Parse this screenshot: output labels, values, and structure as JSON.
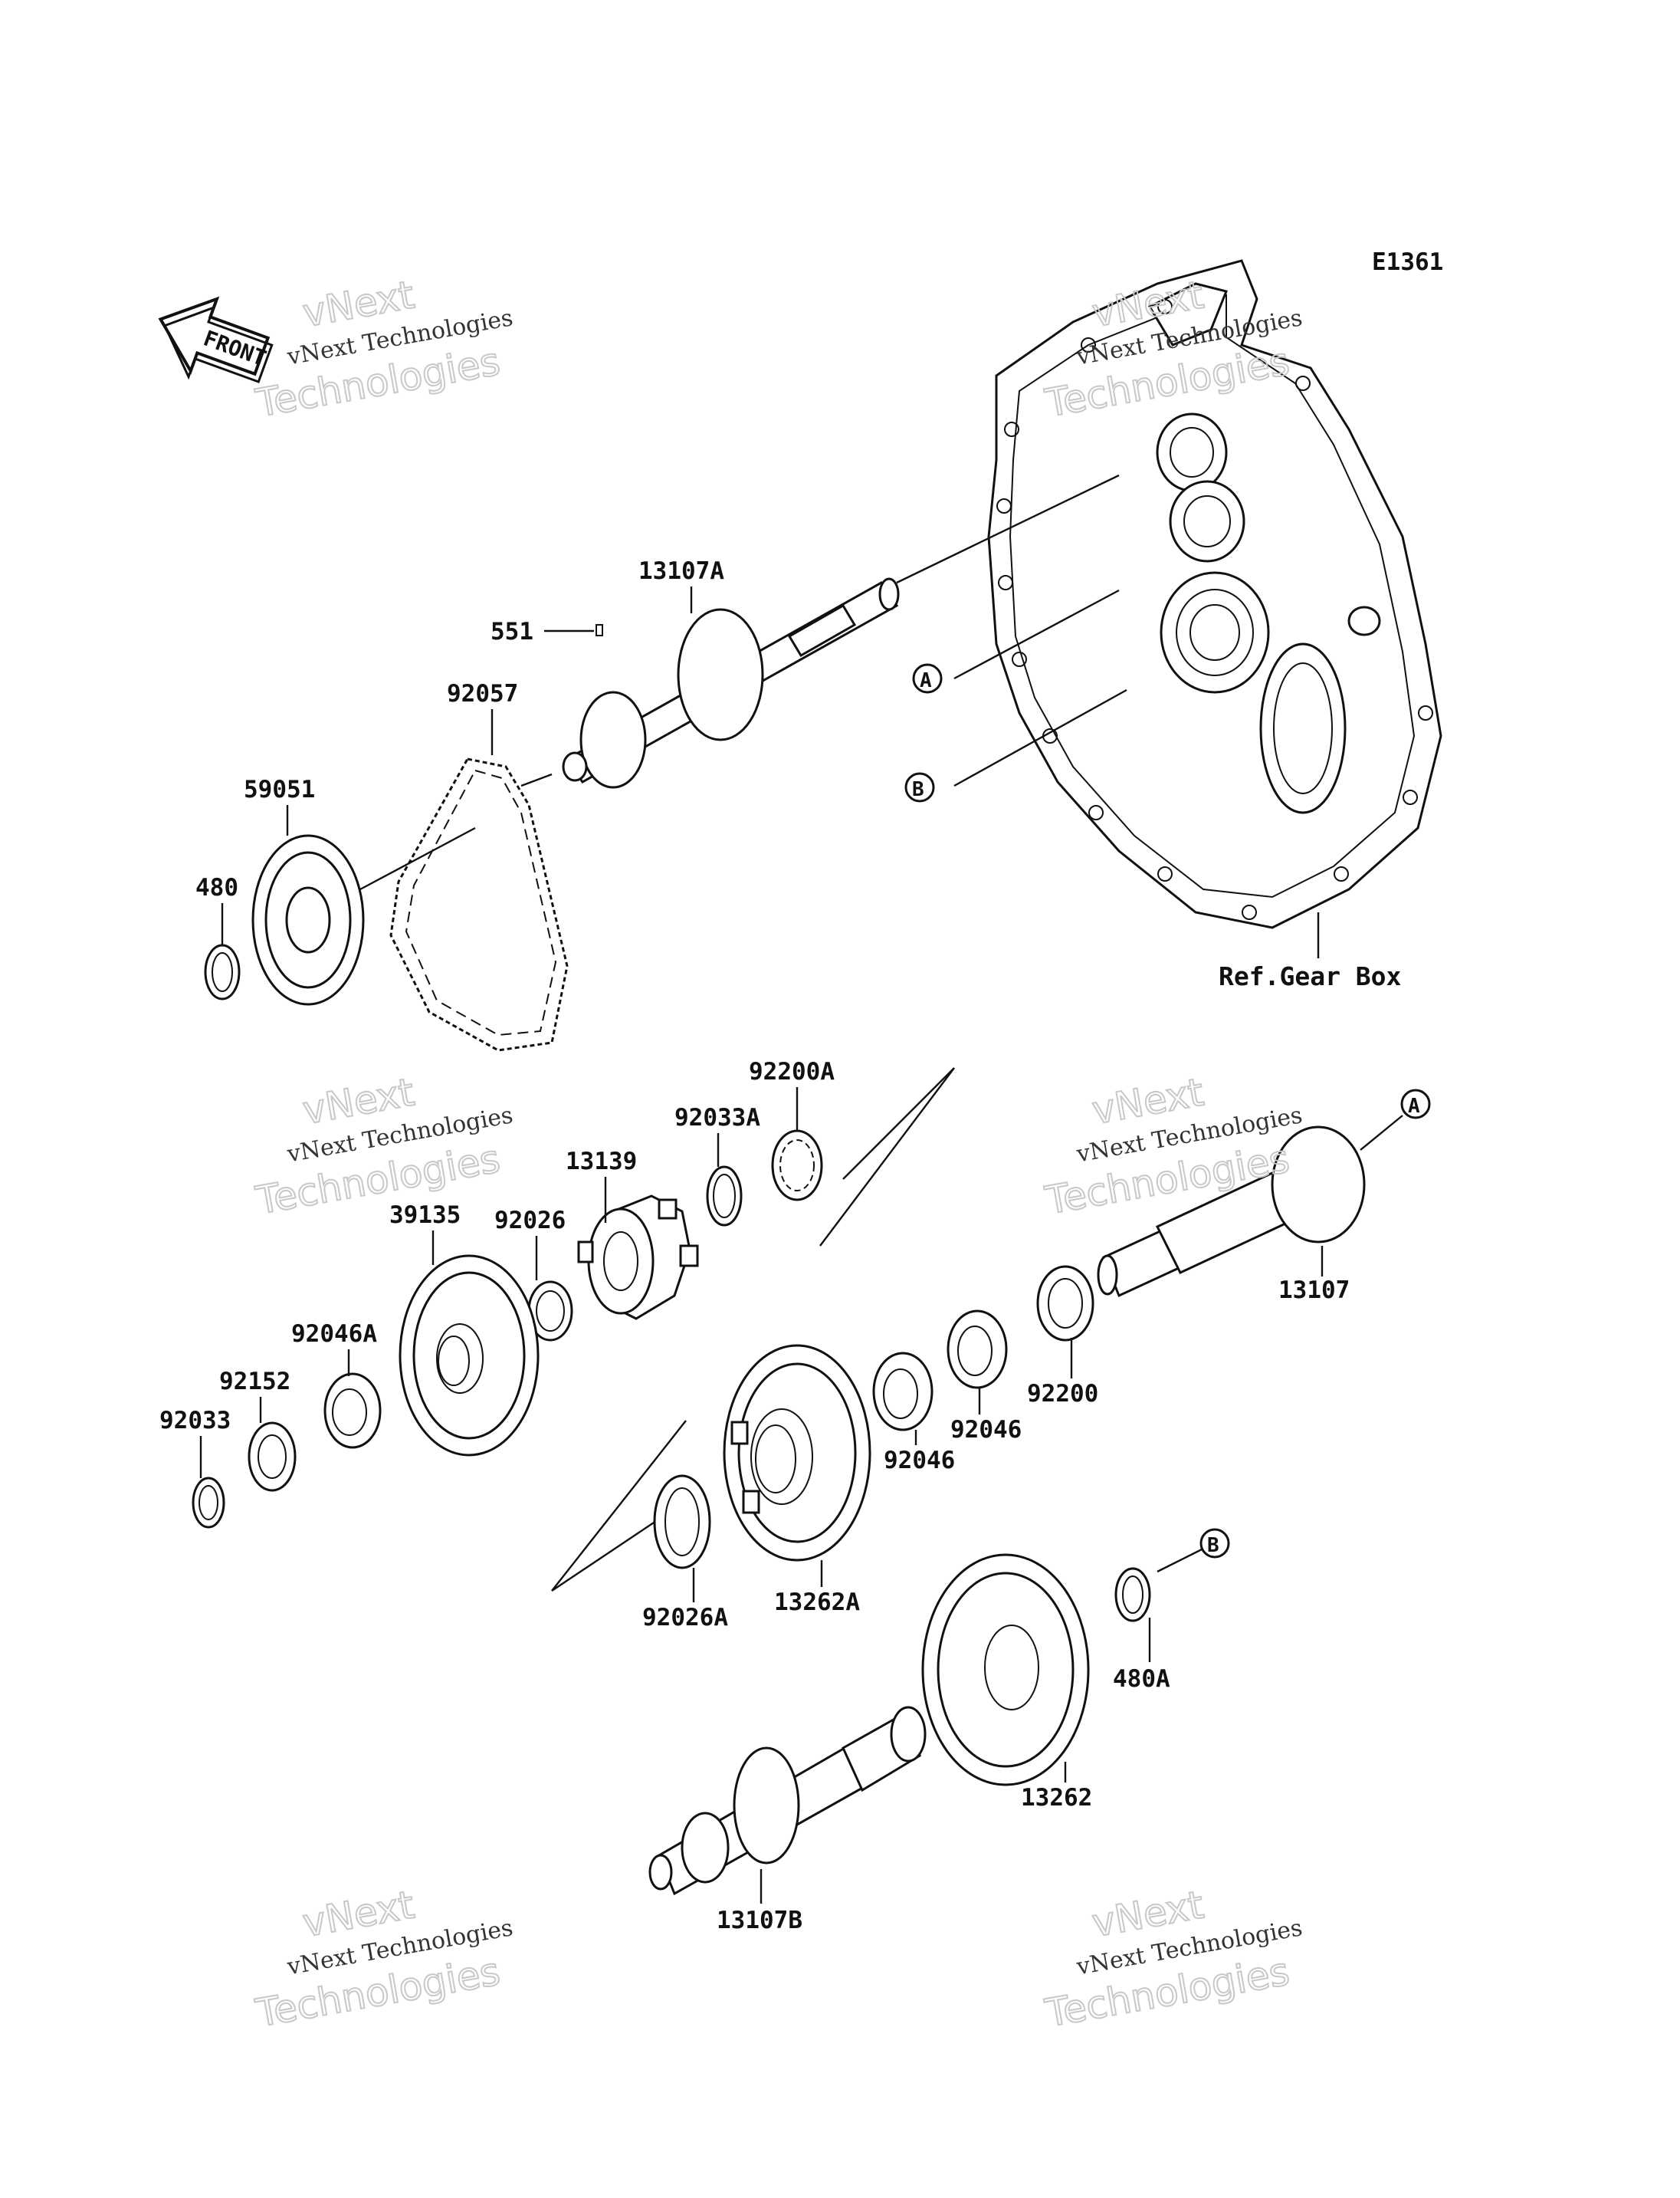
{
  "diagram_code": "E1361",
  "front_label": "FRONT",
  "reference_label": "Ref.Gear Box",
  "callouts": {
    "a": "A",
    "b": "B"
  },
  "watermark": {
    "line1": "vNext Technologies",
    "line2": "Technologies",
    "line3": "vNext"
  },
  "parts": {
    "p13107A": "13107A",
    "p551": "551",
    "p92057": "92057",
    "p59051": "59051",
    "p480": "480",
    "p92200A": "92200A",
    "p92033A": "92033A",
    "p13139": "13139",
    "p39135": "39135",
    "p92026": "92026",
    "p92046A": "92046A",
    "p92152": "92152",
    "p92033": "92033",
    "p13107": "13107",
    "p92200": "92200",
    "p92046_1": "92046",
    "p92046_2": "92046",
    "p13262A": "13262A",
    "p92026A": "92026A",
    "p480A": "480A",
    "p13262": "13262",
    "p13107B": "13107B"
  },
  "colors": {
    "ink": "#111111",
    "paper": "#ffffff",
    "watermark": "#c8c8c8"
  }
}
